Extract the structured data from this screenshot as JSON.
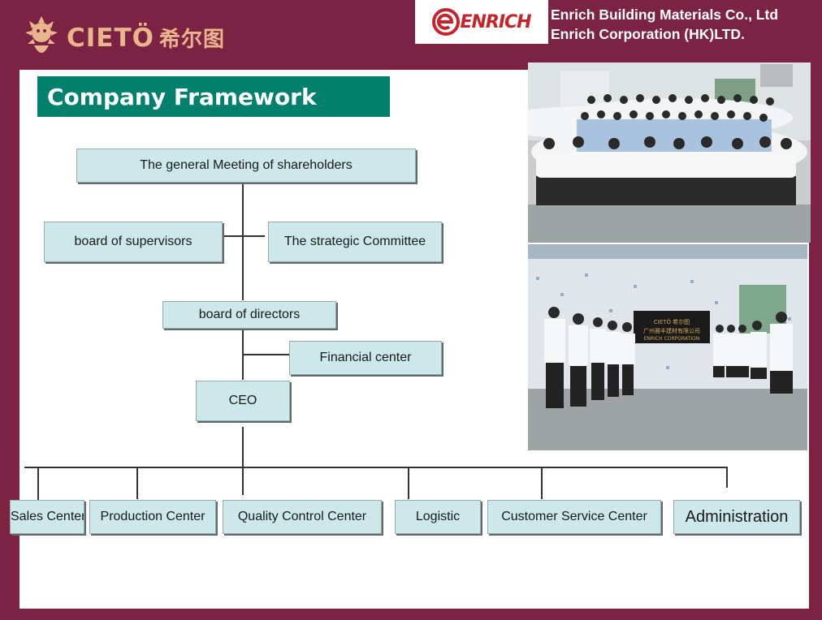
{
  "header": {
    "brand_latin": "CIETÖ",
    "brand_chinese": "希尔图",
    "enrich_wordmark": "ENRICH",
    "company_line1": "Enrich Building Materials  Co., Ltd",
    "company_line2": "Enrich Corporation (HK)LTD."
  },
  "title": "Company Framework",
  "org_chart": {
    "shareholders": "The general Meeting of shareholders",
    "supervisors": "board of supervisors",
    "strategic": "The strategic Committee",
    "directors": "board of directors",
    "financial": "Financial center",
    "ceo": "CEO",
    "departments": [
      "Sales Center",
      "Production Center",
      "Quality Control Center",
      "Logistic",
      "Customer Service Center",
      "Administration"
    ]
  },
  "photo_sign": {
    "cn": "广州雅丰建材有限公司",
    "en": "ENRICH CORPORATION",
    "logo": "CIETÖ 希尔图"
  },
  "colors": {
    "frame": "#7c2344",
    "title_bg": "#00806d",
    "box_bg": "#cde8ea",
    "brand_orange": "#e9b58c",
    "enrich_red": "#c5242b"
  }
}
